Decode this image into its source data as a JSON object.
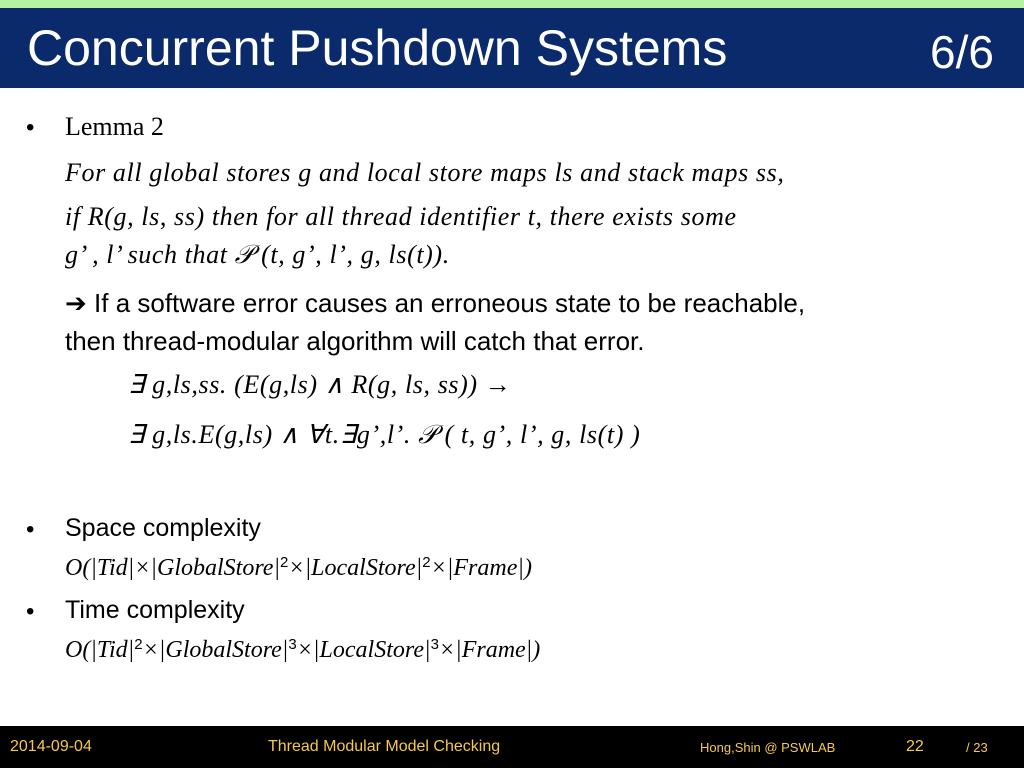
{
  "header": {
    "title": "Concurrent Pushdown Systems",
    "part": "6/6"
  },
  "lemma": {
    "bullet": "•",
    "title": "Lemma 2",
    "line1": "For all global stores g and local store maps ls and stack maps ss,",
    "line2": "if R(g, ls, ss)  then for all thread identifier t, there exists some",
    "line3": "g’ , l’ such that 𝒫 (t, g’, l’, g, ls(t)).",
    "arrow": "➔",
    "desc1": " If a software error causes an erroneous state to be reachable,",
    "desc2": "then thread-modular algorithm will catch that error.",
    "formula1": "∃ g,ls,ss. (E(g,ls) ∧ R(g, ls, ss)) →",
    "formula2": "∃ g,ls.E(g,ls) ∧ ∀t.∃g’,l’. 𝒫 ( t, g’, l’, g, ls(t) )"
  },
  "space": {
    "bullet": "•",
    "label": "Space complexity",
    "p1": "O(|Tid|×|GlobalStore|",
    "exp1": "2",
    "p2": "×|LocalStore|",
    "exp2": "2",
    "p3": "×|Frame|)"
  },
  "time": {
    "bullet": "•",
    "label": "Time complexity",
    "p1": "O(|Tid|",
    "exp1": "2",
    "p2": "×|GlobalStore|",
    "exp2": "3",
    "p3": "×|LocalStore|",
    "exp3": "3",
    "p4": "×|Frame|)"
  },
  "footer": {
    "date": "2014-09-04",
    "talk": "Thread Modular Model Checking",
    "author": "Hong,Shin @ PSWLAB",
    "page": "22",
    "total": "/ 23"
  },
  "colors": {
    "header_bg": "#0a2a6b",
    "top_strip": "#b7f2a0",
    "footer_bg": "#000000",
    "footer_text": "#f7c948"
  }
}
